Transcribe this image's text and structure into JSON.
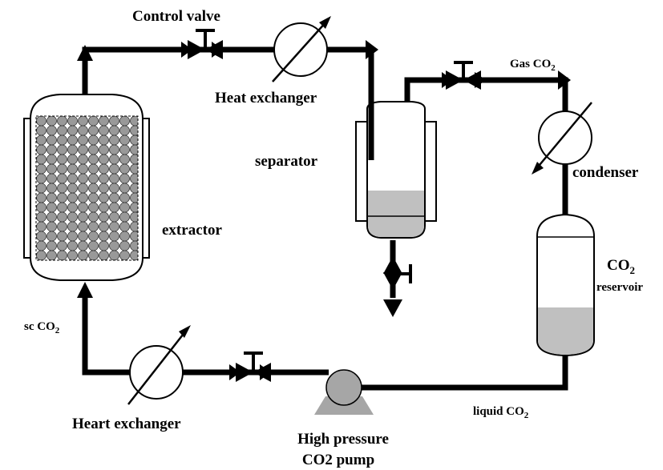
{
  "labels": {
    "control_valve": "Control valve",
    "heat_exchanger_top": "Heat exchanger",
    "separator": "separator",
    "extractor": "extractor",
    "gas_co2_prefix": "Gas CO",
    "gas_co2_sub": "2",
    "condenser": "condenser",
    "co2_reservoir_prefix": "CO",
    "co2_reservoir_sub": "2",
    "reservoir": "reservoir",
    "sc_co2_prefix": "sc CO",
    "sc_co2_sub": "2",
    "heat_exchanger_bottom": "Heart exchanger",
    "liquid_co2_prefix": "liquid CO",
    "liquid_co2_sub": "2",
    "pump_line1": "High pressure",
    "pump_line2": "CO2 pump"
  },
  "colors": {
    "pipe": "#000000",
    "extractor_fill": "#a6a6a6",
    "packing_ball": "#999999",
    "liquid": "#c0c0c0",
    "pump": "#a6a6a6",
    "pump_base": "#a6a6a6",
    "drain_line": "#b8860b"
  }
}
